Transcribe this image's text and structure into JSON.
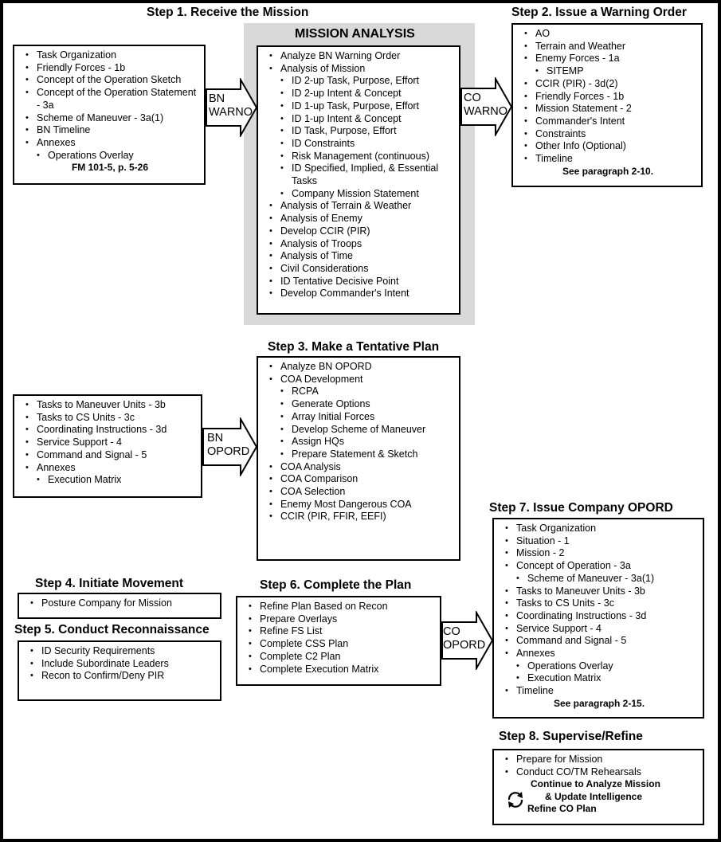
{
  "steps": {
    "step1": {
      "title": "Step 1.  Receive the Mission",
      "items": [
        {
          "text": "Task Organization",
          "level": 0
        },
        {
          "text": "Friendly Forces -    1b",
          "level": 0
        },
        {
          "text": "Concept of the Operation Sketch",
          "level": 0
        },
        {
          "text": "Concept of the Operation Statement  -   3a",
          "level": 0
        },
        {
          "text": "Scheme of Maneuver  -   3a(1)",
          "level": 0
        },
        {
          "text": "BN Timeline",
          "level": 0
        },
        {
          "text": "Annexes",
          "level": 0
        },
        {
          "text": "Operations Overlay",
          "level": 1
        }
      ],
      "reference": "FM 101-5, p. 5-26"
    },
    "mission_analysis": {
      "title": "MISSION ANALYSIS",
      "items": [
        {
          "text": "Analyze BN Warning Order",
          "level": 0
        },
        {
          "text": "Analysis of Mission",
          "level": 0
        },
        {
          "text": "ID 2-up Task, Purpose, Effort",
          "level": 1
        },
        {
          "text": "ID 2-up Intent & Concept",
          "level": 1
        },
        {
          "text": "ID 1-up Task, Purpose, Effort",
          "level": 1
        },
        {
          "text": "ID 1-up Intent & Concept",
          "level": 1
        },
        {
          "text": "ID Task, Purpose, Effort",
          "level": 1
        },
        {
          "text": "ID Constraints",
          "level": 1
        },
        {
          "text": "Risk Management (continuous)",
          "level": 1
        },
        {
          "text": "ID Specified, Implied, & Essential Tasks",
          "level": 1
        },
        {
          "text": "Company Mission Statement",
          "level": 1
        },
        {
          "text": "Analysis of Terrain & Weather",
          "level": 0
        },
        {
          "text": "Analysis of Enemy",
          "level": 0
        },
        {
          "text": "Develop CCIR (PIR)",
          "level": 0
        },
        {
          "text": "Analysis of Troops",
          "level": 0
        },
        {
          "text": "Analysis of Time",
          "level": 0
        },
        {
          "text": "Civil Considerations",
          "level": 0
        },
        {
          "text": "ID Tentative Decisive Point",
          "level": 0
        },
        {
          "text": "Develop Commander's Intent",
          "level": 0
        }
      ]
    },
    "step2": {
      "title": "Step 2.  Issue a Warning Order",
      "items": [
        {
          "text": "AO",
          "level": 0
        },
        {
          "text": "Terrain and Weather",
          "level": 0
        },
        {
          "text": "Enemy Forces -    1a",
          "level": 0
        },
        {
          "text": "SITEMP",
          "level": 1
        },
        {
          "text": "CCIR (PIR) -    3d(2)",
          "level": 0
        },
        {
          "text": "Friendly Forces -    1b",
          "level": 0
        },
        {
          "text": "Mission Statement -    2",
          "level": 0
        },
        {
          "text": "Commander's Intent",
          "level": 0
        },
        {
          "text": "Constraints",
          "level": 0
        },
        {
          "text": "Other Info (Optional)",
          "level": 0
        },
        {
          "text": "Timeline",
          "level": 0
        }
      ],
      "reference": "See paragraph 2-10."
    },
    "step3": {
      "title": "Step 3.  Make a Tentative Plan",
      "items": [
        {
          "text": "Analyze BN OPORD",
          "level": 0
        },
        {
          "text": "COA Development",
          "level": 0
        },
        {
          "text": "RCPA",
          "level": 1
        },
        {
          "text": "Generate Options",
          "level": 1
        },
        {
          "text": "Array Initial Forces",
          "level": 1
        },
        {
          "text": "Develop Scheme of Maneuver",
          "level": 1
        },
        {
          "text": "Assign HQs",
          "level": 1
        },
        {
          "text": "Prepare Statement & Sketch",
          "level": 1
        },
        {
          "text": "COA Analysis",
          "level": 0
        },
        {
          "text": "COA Comparison",
          "level": 0
        },
        {
          "text": "COA Selection",
          "level": 0
        },
        {
          "text": "Enemy Most Dangerous COA",
          "level": 0
        },
        {
          "text": "CCIR (PIR, FFIR, EEFI)",
          "level": 0
        }
      ]
    },
    "bn_opord_input": {
      "items": [
        {
          "text": "Tasks to Maneuver Units  -    3b",
          "level": 0
        },
        {
          "text": "Tasks to CS Units  -    3c",
          "level": 0
        },
        {
          "text": "Coordinating Instructions  -    3d",
          "level": 0
        },
        {
          "text": "Service Support -    4",
          "level": 0
        },
        {
          "text": "Command and Signal -    5",
          "level": 0
        },
        {
          "text": "Annexes",
          "level": 0
        },
        {
          "text": "Execution Matrix",
          "level": 1
        }
      ]
    },
    "step4": {
      "title": "Step 4.  Initiate Movement",
      "items": [
        {
          "text": "Posture Company for Mission",
          "level": 0
        }
      ]
    },
    "step5": {
      "title": "Step 5.  Conduct Reconnaissance",
      "items": [
        {
          "text": "ID Security Requirements",
          "level": 0
        },
        {
          "text": "Include Subordinate Leaders",
          "level": 0
        },
        {
          "text": "Recon to Confirm/Deny PIR",
          "level": 0
        }
      ]
    },
    "step6": {
      "title": "Step 6.  Complete the Plan",
      "items": [
        {
          "text": "Refine Plan Based on Recon",
          "level": 0
        },
        {
          "text": "Prepare Overlays",
          "level": 0
        },
        {
          "text": "Refine FS List",
          "level": 0
        },
        {
          "text": "Complete CSS Plan",
          "level": 0
        },
        {
          "text": "Complete C2 Plan",
          "level": 0
        },
        {
          "text": "Complete Execution Matrix",
          "level": 0
        }
      ]
    },
    "step7": {
      "title": "Step 7.  Issue Company OPORD",
      "items": [
        {
          "text": "Task Organization",
          "level": 0
        },
        {
          "text": "Situation -    1",
          "level": 0
        },
        {
          "text": "Mission -    2",
          "level": 0
        },
        {
          "text": "Concept of Operation -    3a",
          "level": 0
        },
        {
          "text": "Scheme of Maneuver -    3a(1)",
          "level": 1
        },
        {
          "text": "Tasks to Maneuver Units  -    3b",
          "level": 0
        },
        {
          "text": "Tasks to CS Units  -    3c",
          "level": 0
        },
        {
          "text": "Coordinating Instructions -    3d",
          "level": 0
        },
        {
          "text": "Service Support -    4",
          "level": 0
        },
        {
          "text": "Command and Signal -    5",
          "level": 0
        },
        {
          "text": "Annexes",
          "level": 0
        },
        {
          "text": "Operations Overlay",
          "level": 1
        },
        {
          "text": "Execution Matrix",
          "level": 1
        },
        {
          "text": "Timeline",
          "level": 0
        }
      ],
      "reference": "See paragraph 2-15."
    },
    "step8": {
      "title": "Step 8.  Supervise/Refine",
      "items": [
        {
          "text": "Prepare for Mission",
          "level": 0
        },
        {
          "text": "Conduct CO/TM Rehearsals",
          "level": 0
        }
      ],
      "cycle_text": [
        "Continue to Analyze Mission",
        "& Update Intelligence",
        "Refine CO Plan"
      ]
    }
  },
  "arrows": {
    "bn_warno": "BN\nWARNO",
    "co_warno": "CO\nWARNO",
    "bn_opord": "BN\nOPORD",
    "co_opord": "CO\nOPORD"
  },
  "colors": {
    "panel_gray": "#d9d9d9",
    "stroke": "#000000"
  }
}
